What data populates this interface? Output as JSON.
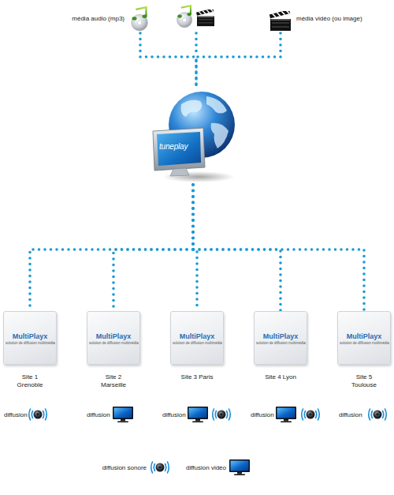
{
  "diagram": {
    "nodes": [
      {
        "text": [
          "média audio (mp3)"
        ]
      },
      {
        "text": [
          "média vidéo (ou image)"
        ]
      },
      {
        "text": [
          "tuneplay"
        ]
      },
      {
        "text": [
          "MultiPlayx",
          "solution de diffusion multimédia",
          "Site 1 Grenoble"
        ]
      },
      {
        "text": [
          "MultiPlayx",
          "solution de diffusion multimédia",
          "Site 2 Marseille"
        ]
      },
      {
        "text": [
          "MultiPlayx",
          "solution de diffusion multimédia",
          "Site 3 Paris"
        ]
      },
      {
        "text": [
          "MultiPlayx",
          "solution de diffusion multimédia",
          "Site 4 Lyon"
        ]
      },
      {
        "text": [
          "MultiPlayx",
          "solution de diffusion multimédia",
          "Site 5 Toulouse"
        ]
      }
    ],
    "edges": [
      {
        "from": 0,
        "to": 2,
        "arrow": "none"
      },
      {
        "from": 1,
        "to": 2,
        "arrow": "none"
      },
      {
        "from": 2,
        "to": 3,
        "arrow": "none"
      },
      {
        "from": 2,
        "to": 4,
        "arrow": "none"
      },
      {
        "from": 2,
        "to": 5,
        "arrow": "none"
      },
      {
        "from": 2,
        "to": 6,
        "arrow": "none"
      },
      {
        "from": 2,
        "to": 7,
        "arrow": "none"
      }
    ],
    "labels": [
      "diffusion",
      "diffusion",
      "diffusion",
      "diffusion",
      "diffusion"
    ],
    "legend": [
      {
        "text": "diffusion sonore"
      },
      {
        "text": "diffusion vidéo"
      }
    ]
  }
}
